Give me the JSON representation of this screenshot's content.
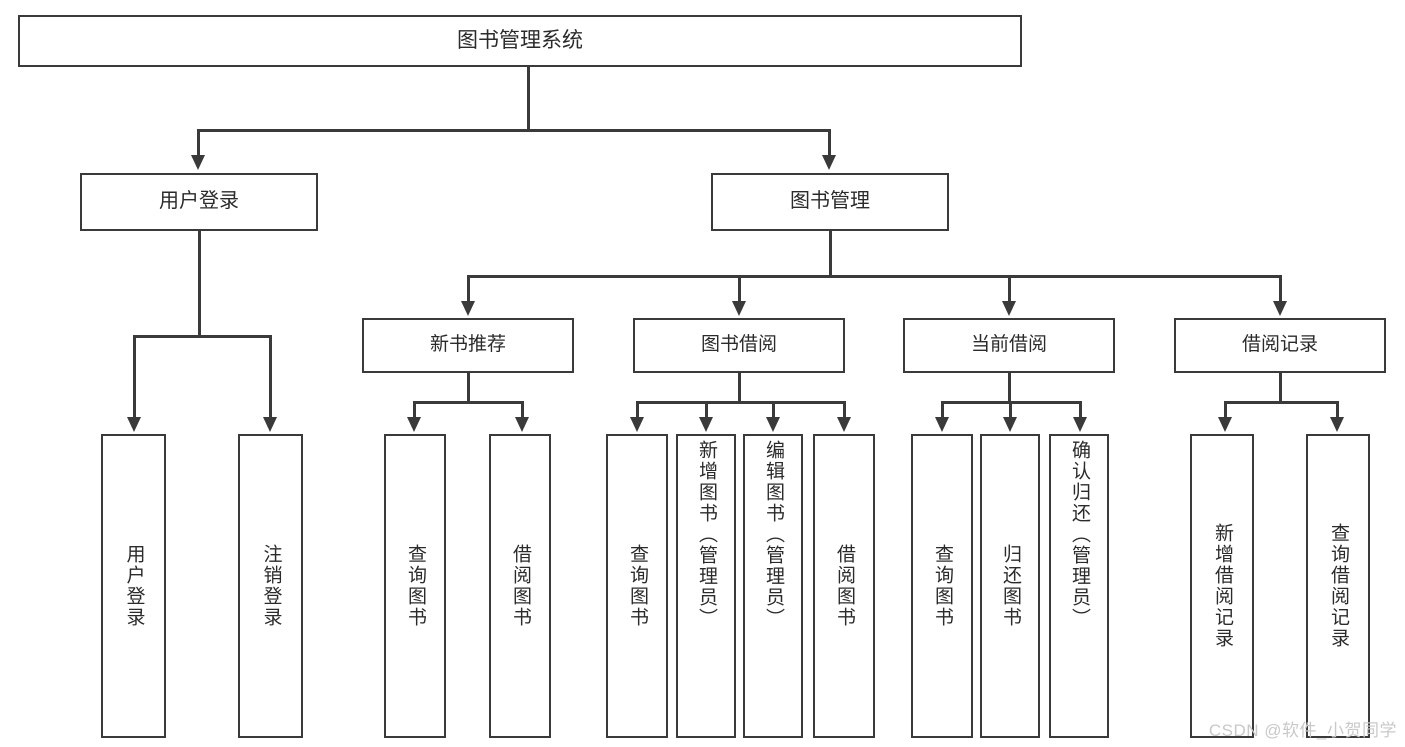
{
  "diagram": {
    "type": "hierarchy-tree",
    "title": "图书管理系统",
    "root": {
      "label": "图书管理系统"
    },
    "level2": [
      {
        "label": "用户登录"
      },
      {
        "label": "图书管理"
      }
    ],
    "level3": [
      {
        "label": "新书推荐"
      },
      {
        "label": "图书借阅"
      },
      {
        "label": "当前借阅"
      },
      {
        "label": "借阅记录"
      }
    ],
    "leaves": [
      {
        "label": "用户登录",
        "parent": "用户登录"
      },
      {
        "label": "注销登录",
        "parent": "用户登录"
      },
      {
        "label": "查询图书",
        "parent": "新书推荐"
      },
      {
        "label": "借阅图书",
        "parent": "新书推荐"
      },
      {
        "label": "查询图书",
        "parent": "图书借阅"
      },
      {
        "label": "新增图书（管理员）",
        "parent": "图书借阅"
      },
      {
        "label": "编辑图书（管理员）",
        "parent": "图书借阅"
      },
      {
        "label": "借阅图书",
        "parent": "图书借阅"
      },
      {
        "label": "查询图书",
        "parent": "当前借阅"
      },
      {
        "label": "归还图书",
        "parent": "当前借阅"
      },
      {
        "label": "确认归还（管理员）",
        "parent": "当前借阅"
      },
      {
        "label": "新增借阅记录",
        "parent": "借阅记录"
      },
      {
        "label": "查询借阅记录",
        "parent": "借阅记录"
      }
    ]
  },
  "watermark": {
    "text": "CSDN @软件_小贺同学"
  },
  "colors": {
    "border": "#3a3a3a",
    "text": "#2b2b2b",
    "background": "#ffffff",
    "watermark": "#c9c9c9"
  }
}
